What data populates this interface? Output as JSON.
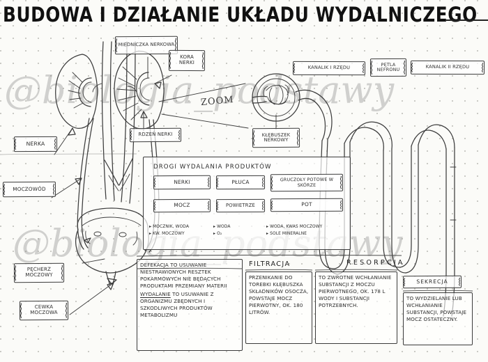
{
  "page": {
    "title": "BUDOWA I DZIAŁANIE UKŁADU WYDALNICZEGO",
    "watermark": "@biologia_podstawy",
    "zoom_label": "ZOOM"
  },
  "anatomy_labels": [
    {
      "id": "miedniczka",
      "text": "MIEDNICZKA NERKOWA"
    },
    {
      "id": "kora",
      "text": "KORA NERKI"
    },
    {
      "id": "nerka",
      "text": "NERKA"
    },
    {
      "id": "rdzen",
      "text": "RDZEŃ NERKI"
    },
    {
      "id": "moczowod",
      "text": "MOCZOWÓD"
    },
    {
      "id": "klebuszek",
      "text": "KŁĘBUSZEK NERKOWY"
    },
    {
      "id": "pecherz",
      "text": "PĘCHERZ MOCZOWY"
    },
    {
      "id": "cewka",
      "text": "CEWKA MOCZOWA"
    }
  ],
  "nephron_labels": [
    {
      "id": "kanalik1",
      "text": "KANALIK I RZĘDU"
    },
    {
      "id": "petla",
      "text": "PĘTLA NEFRONU"
    },
    {
      "id": "kanalik2",
      "text": "KANALIK II RZĘDU"
    }
  ],
  "table": {
    "heading": "DROGI WYDALANIA PRODUKTÓW",
    "organs": [
      "NERKI",
      "PŁUCA",
      "GRUCZOŁY POTOWE W SKÓRZE"
    ],
    "products": [
      "MOCZ",
      "POWIETRZE",
      "POT"
    ],
    "substances": [
      [
        "MOCZNIK, WODA",
        "KW. MOCZOWY"
      ],
      [
        "WODA",
        "O₂"
      ],
      [
        "WODA, KWAS MOCZOWY",
        "SOLE MINERALNE"
      ]
    ]
  },
  "definitions": {
    "defekacja_kw": "DEFEKACJA",
    "defekacja_txt": " TO USUWANIE NIESTRAWIONYCH RESZTEK POKARMOWYCH NIE BĘDĄCYCH PRODUKTAMI PRZEMIANY MATERII",
    "wydalanie_kw": "WYDALANIE",
    "wydalanie_txt": " TO USUWANIE Z ORGANIZMU ZBĘDNYCH I SZKODLIWYCH PRODUKTÓW METABOLIZMU"
  },
  "processes": [
    {
      "id": "filtracja",
      "title": "FILTRACJA",
      "text": "PRZENIKANIE DO TOREBKI KŁĘBUSZKA SKŁADNIKÓW OSOCZA, POWSTAJE MOCZ PIERWOTNY, OK. 180 LITRÓW."
    },
    {
      "id": "resorpcja",
      "title": "RESORPCJA",
      "text": "TO ZWROTNE WCHŁANIANIE SUBSTANCJI Z MOCZU PIERWOTNEGO, OK. 178 L WODY I SUBSTANCJI POTRZEBNYCH."
    },
    {
      "id": "sekrecja",
      "title": "SEKRECJA",
      "text": "TO WYDZIELANIE LUB WCHŁANIANIE SUBSTANCJI, POWSTAJE MOCZ OSTATECZNY."
    }
  ],
  "colors": {
    "ink": "#3a3a3a",
    "paper": "#fbfbf8",
    "dots": "#c9c9c4",
    "watermark": "rgba(120,120,120,0.33)"
  }
}
